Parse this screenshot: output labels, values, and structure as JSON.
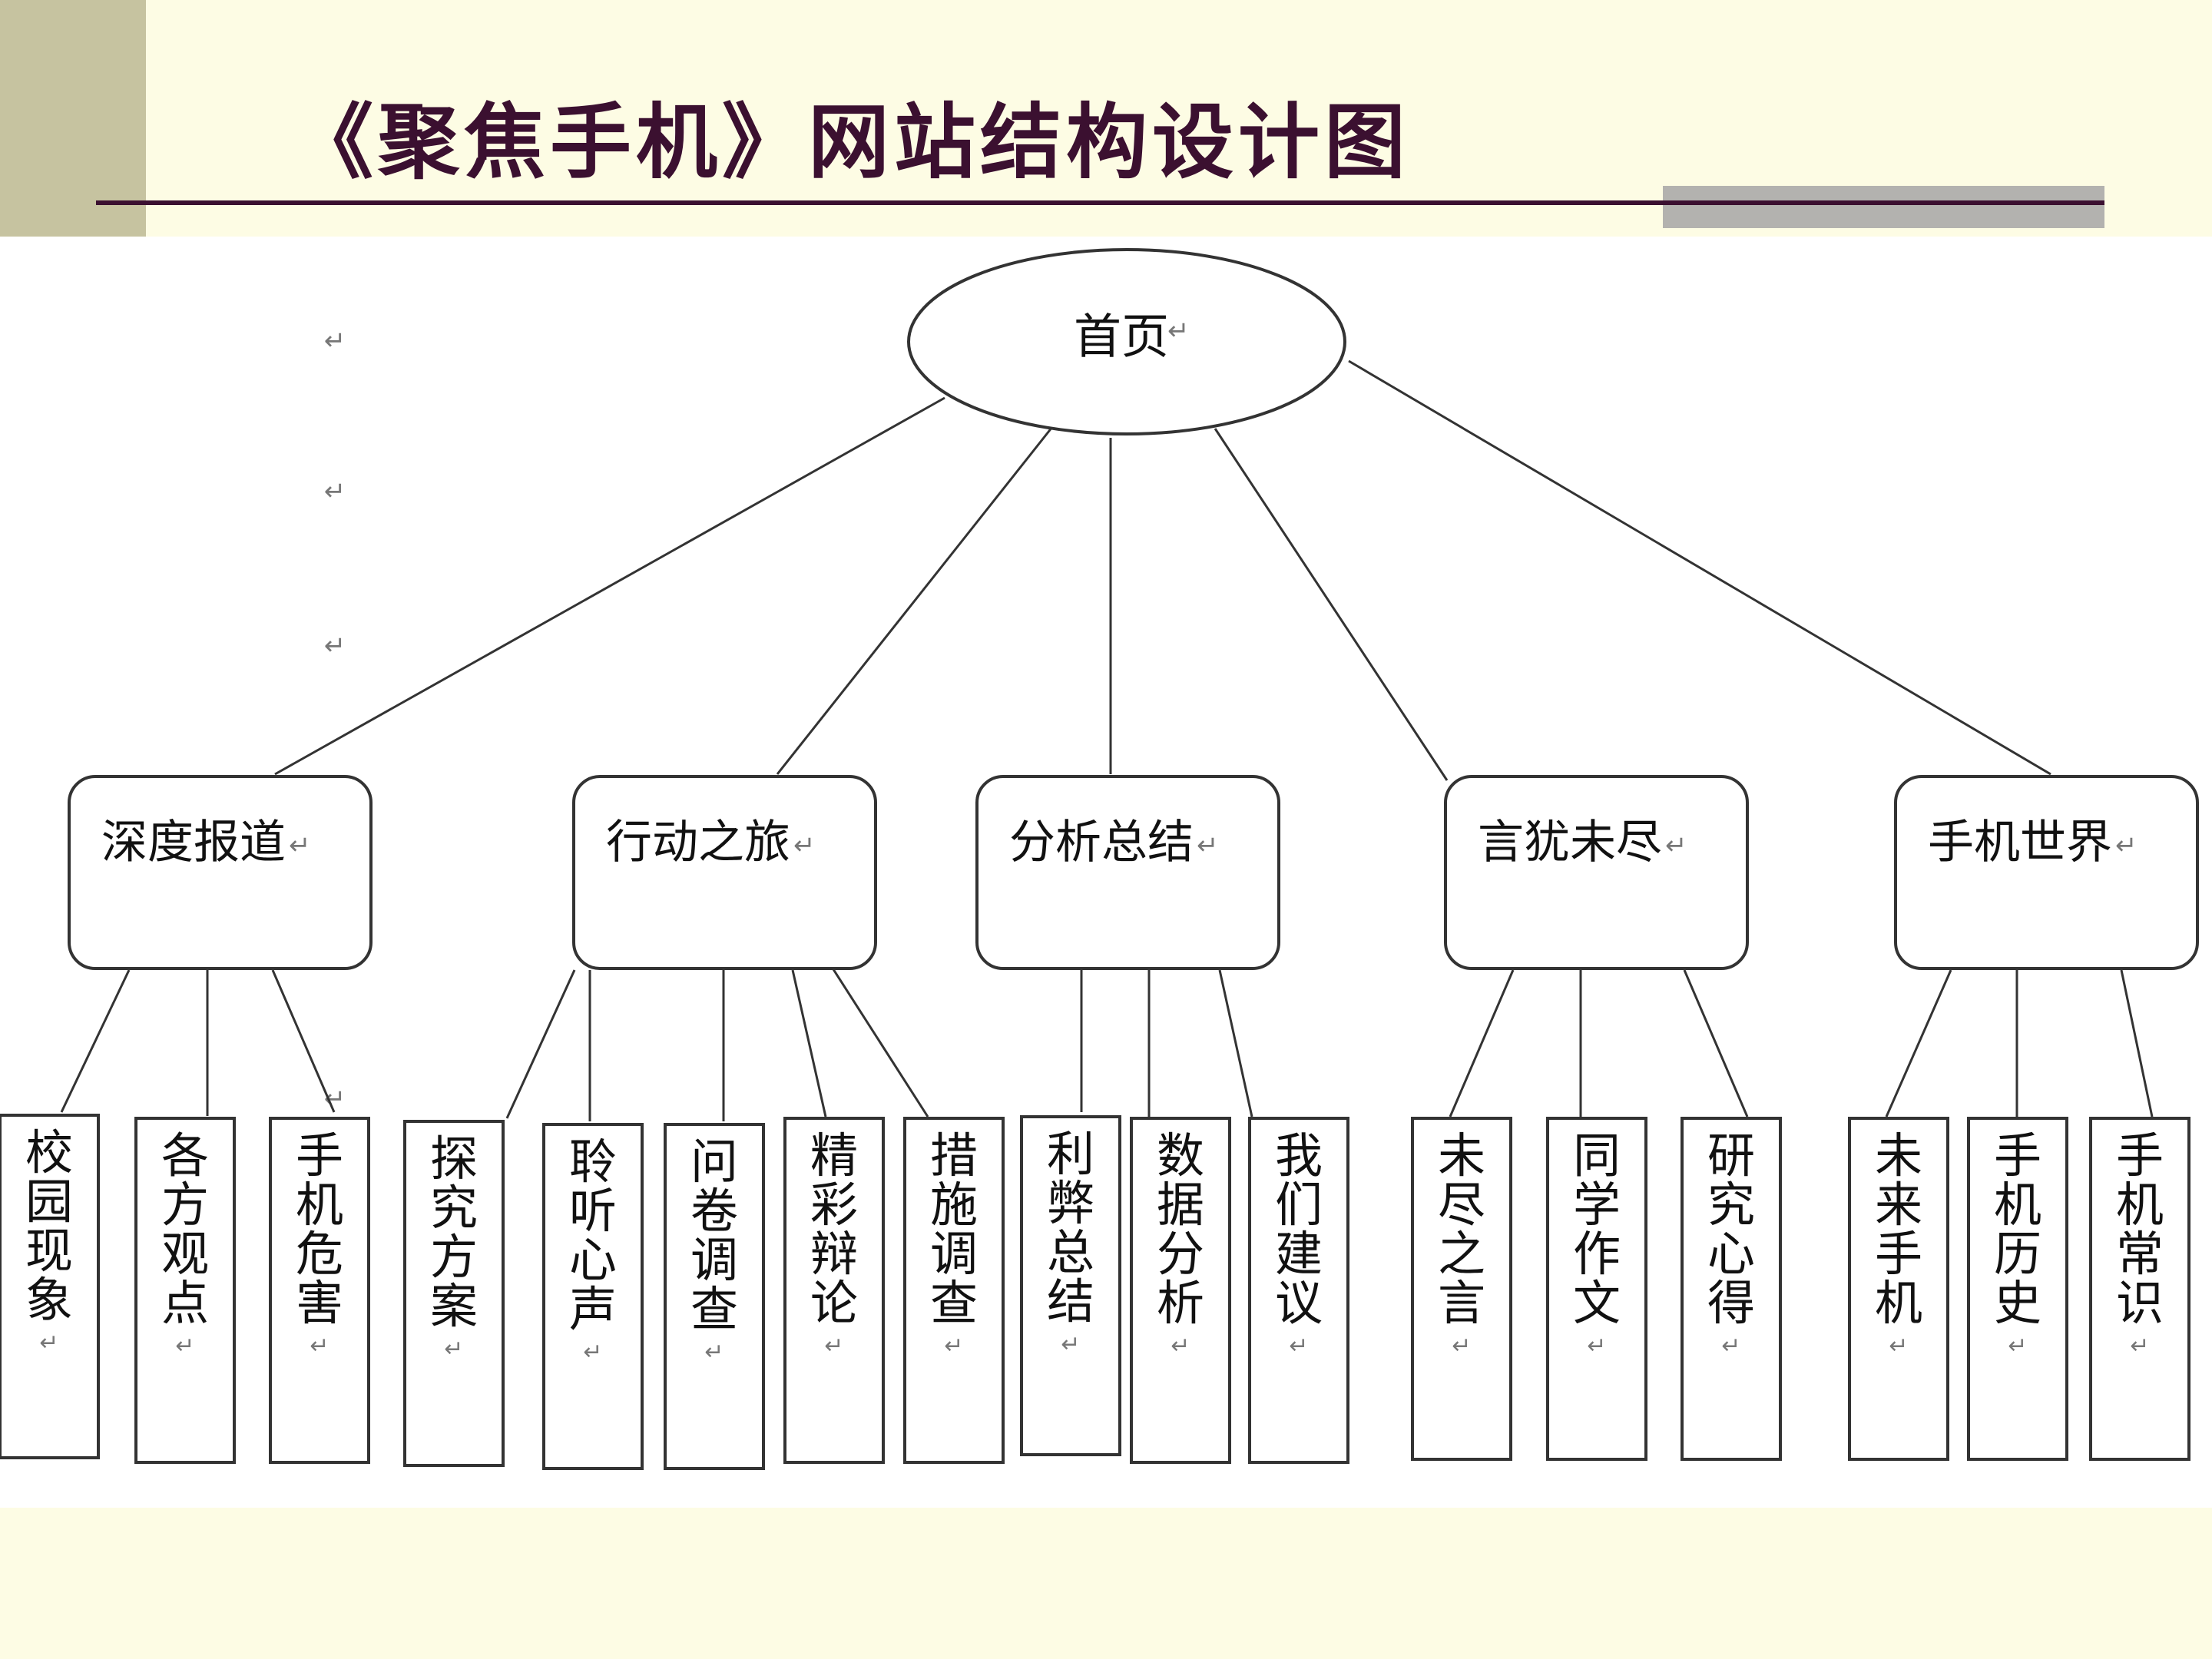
{
  "title": "《聚焦手机》网站结构设计图",
  "colors": {
    "background": "#FDFCE4",
    "side_bar": "#C6C3A0",
    "title_text": "#3B1030",
    "title_rule": "#3B1030",
    "rule_accent": "#B3B2AF",
    "diagram_bg": "#FFFFFF",
    "line": "#333333"
  },
  "return_mark": "↵",
  "root": {
    "label": "首页"
  },
  "sections": [
    {
      "label": "深度报道",
      "children": [
        "校园现象",
        "各方观点",
        "手机危害"
      ]
    },
    {
      "label": "行动之旅",
      "children": [
        "探究方案",
        "聆听心声",
        "问卷调查",
        "精彩辩论",
        "措施调查"
      ]
    },
    {
      "label": "分析总结",
      "children": [
        "利弊总结",
        "数据分析",
        "我们建议"
      ]
    },
    {
      "label": "言犹未尽",
      "children": [
        "未尽之言",
        "同学作文",
        "研究心得"
      ]
    },
    {
      "label": "手机世界",
      "children": [
        "未来手机",
        "手机历史",
        "手机常识"
      ]
    }
  ]
}
